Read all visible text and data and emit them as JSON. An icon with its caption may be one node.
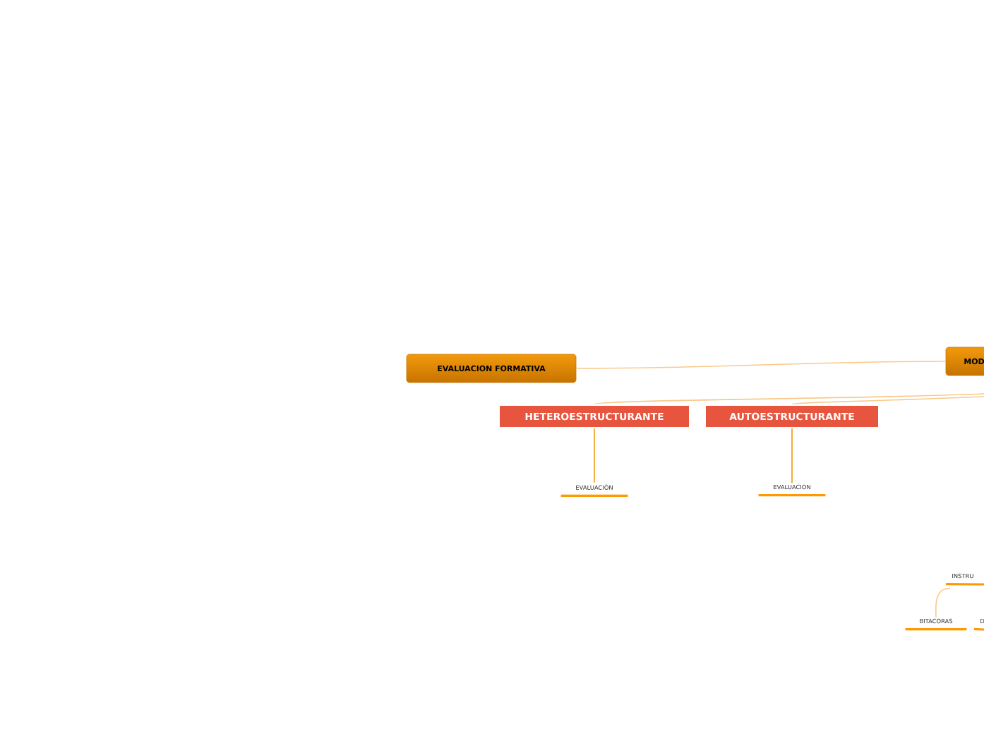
{
  "diagram": {
    "nodes": [
      {
        "text": [
          "EVALUACION FORMATIVA"
        ]
      },
      {
        "text": [
          "MOD"
        ]
      },
      {
        "text": [
          "HETEROESTRUCTURANTE"
        ]
      },
      {
        "text": [
          "AUTOESTRUCTURANTE"
        ]
      },
      {
        "text": [
          "EVALUACIÒN"
        ]
      },
      {
        "text": [
          "EVALUACION"
        ]
      },
      {
        "text": [
          "INSTRU"
        ]
      },
      {
        "text": [
          "BITACORAS"
        ]
      },
      {
        "text": [
          "D"
        ]
      }
    ],
    "edges": [
      {
        "from": 1,
        "to": 0,
        "arrow": "none"
      },
      {
        "from": null,
        "to": 2,
        "arrow": "none"
      },
      {
        "from": null,
        "to": 3,
        "arrow": "none"
      },
      {
        "from": 2,
        "to": 4,
        "arrow": "none",
        "color": "#f29a0c"
      },
      {
        "from": 3,
        "to": 5,
        "arrow": "none",
        "color": "#f29a0c"
      },
      {
        "from": 6,
        "to": 7,
        "arrow": "none"
      }
    ]
  }
}
